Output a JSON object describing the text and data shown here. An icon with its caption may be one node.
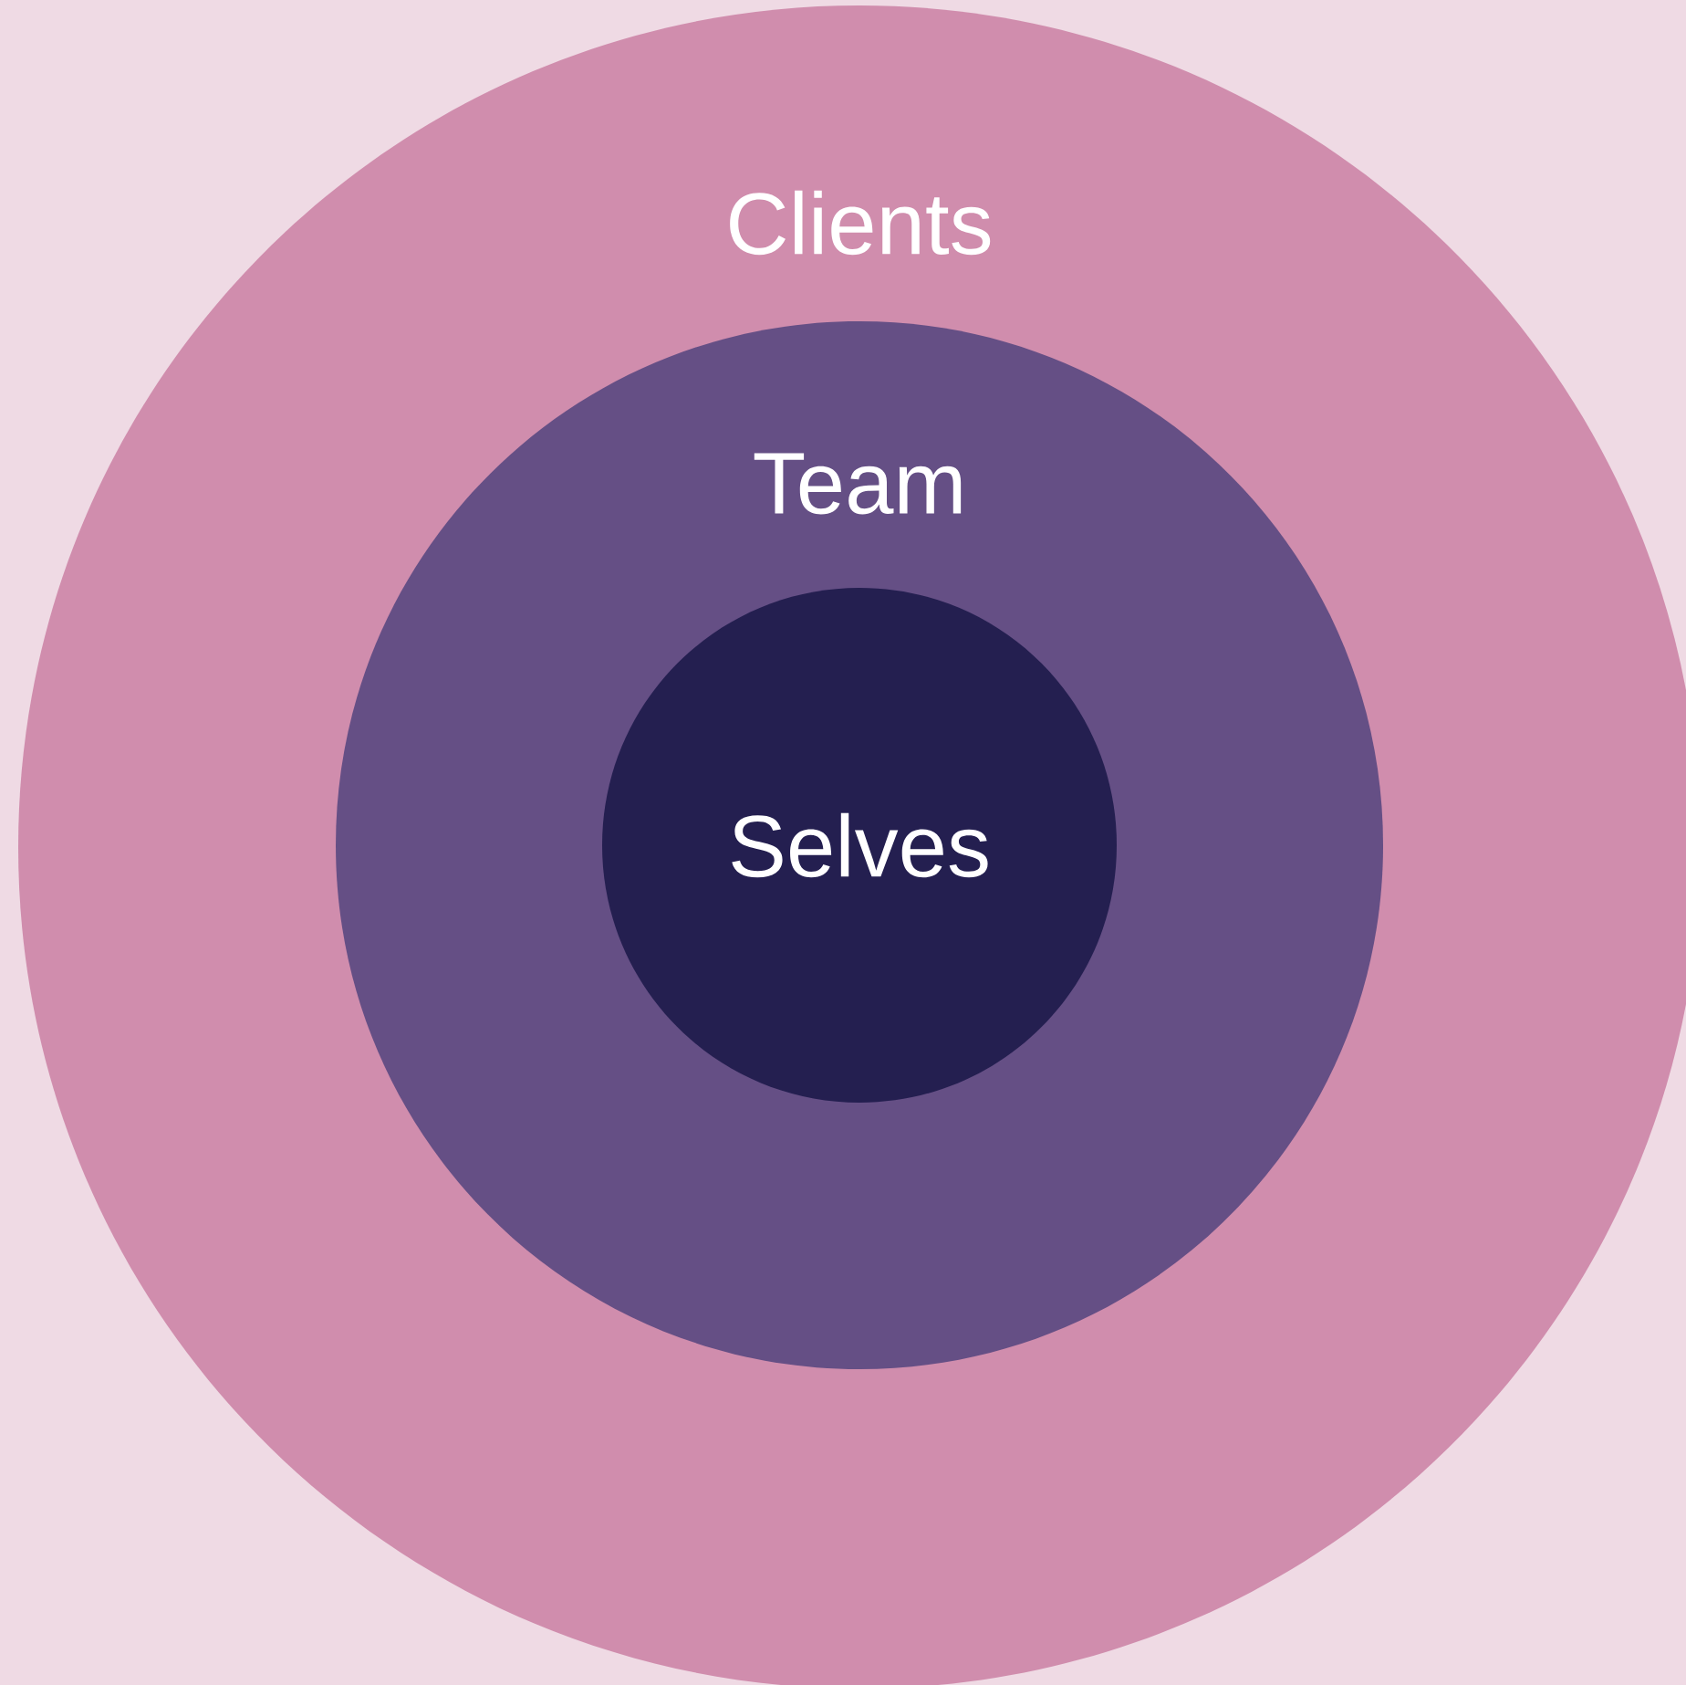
{
  "diagram": {
    "nodes": [
      {
        "text": [
          "Clients"
        ]
      },
      {
        "text": [
          "Team"
        ],
        "in": 0
      },
      {
        "text": [
          "Selves"
        ],
        "in": 1
      }
    ]
  }
}
